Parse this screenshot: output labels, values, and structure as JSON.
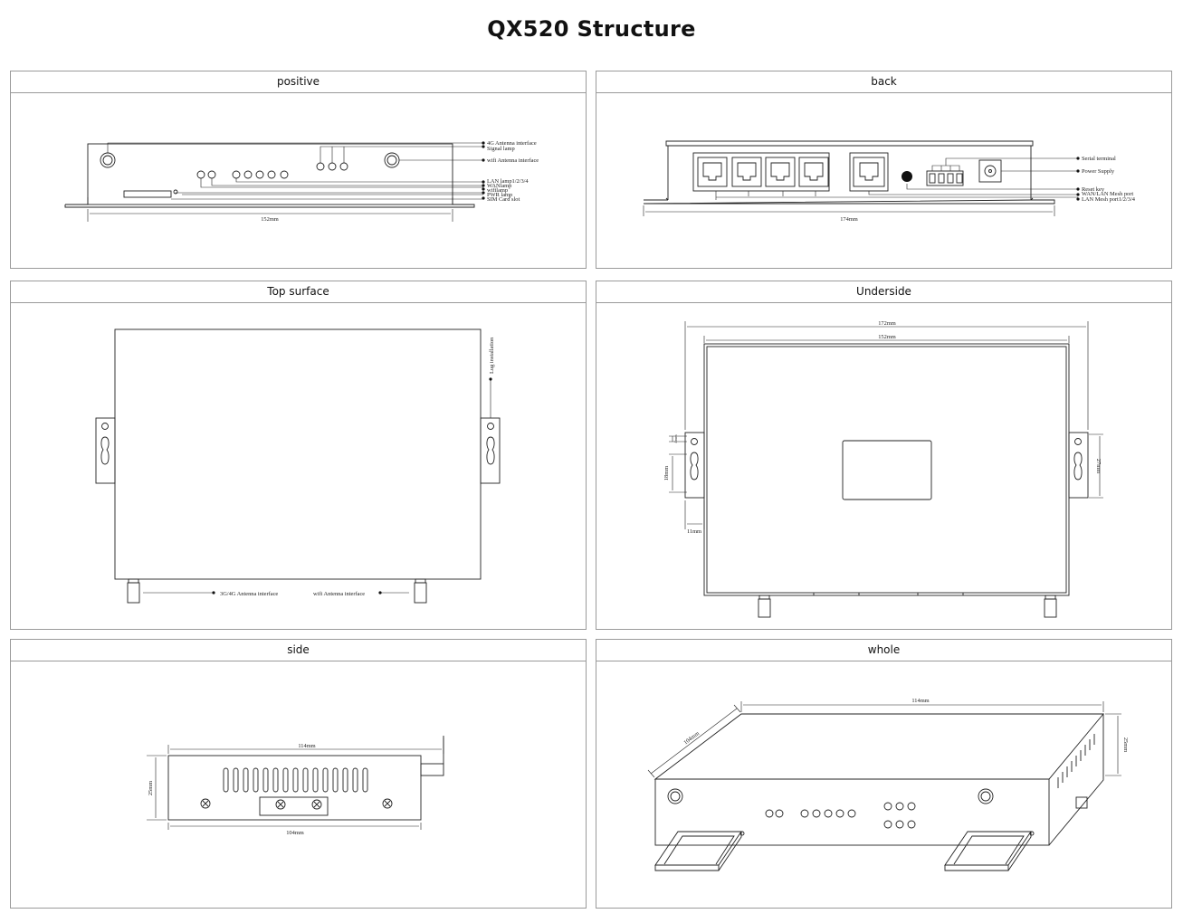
{
  "title": "QX520 Structure",
  "panels": {
    "positive": {
      "heading": "positive",
      "labels": {
        "ant4g": "4G Antenna interface",
        "signal": "Signal lamp",
        "wifi_ant": "wifi Antenna interface",
        "lan": "LAN lamp1/2/3/4",
        "wan": "WANlamp",
        "wifi": "wifilamp",
        "pwr": "PWR lamp",
        "sim": "SIM Card slot"
      },
      "dim": "152mm"
    },
    "back": {
      "heading": "back",
      "labels": {
        "serial": "Serial terminal",
        "power": "Power Supply",
        "reset": "Reset key",
        "wanlan": "WAN/LAN Mesh port",
        "lanmesh": "LAN Mesh port1/2/3/4"
      },
      "dim": "174mm"
    },
    "top": {
      "heading": "Top surface",
      "labels": {
        "lug": "Lug installation",
        "ant3g": "3G/4G Antenna interface",
        "wifi_ant": "wifi Antenna interface"
      }
    },
    "under": {
      "heading": "Underside",
      "dims": {
        "w172": "172mm",
        "w152": "152mm",
        "h18": "18mm",
        "w11": "11mm",
        "h27": "27mm",
        "small": "4mm"
      }
    },
    "side": {
      "heading": "side",
      "dims": {
        "top": "114mm",
        "bottom": "104mm",
        "height": "25mm"
      }
    },
    "whole": {
      "heading": "whole",
      "dims": {
        "width": "114mm",
        "depth": "104mm",
        "height": "25mm"
      }
    }
  }
}
